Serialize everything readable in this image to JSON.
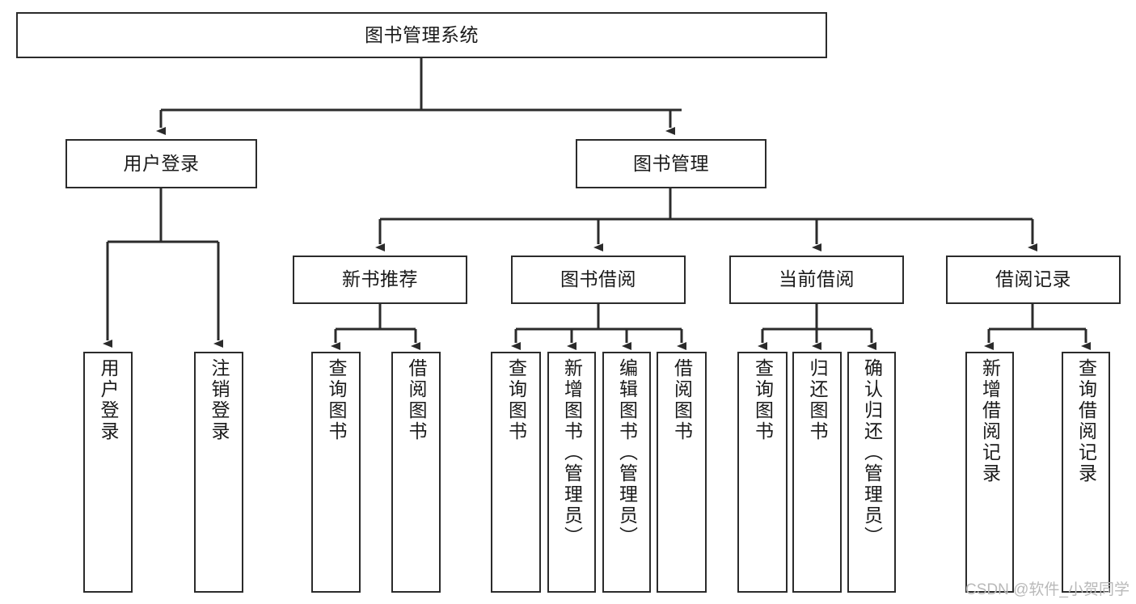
{
  "diagram": {
    "type": "tree-hierarchy",
    "title": "图书管理系统",
    "stroke_color": "#2b2b2b",
    "text_color": "#1a1a1a",
    "background_color": "#ffffff",
    "nodes": {
      "root": {
        "label": "图书管理系统"
      },
      "level2": [
        {
          "id": "user-login",
          "label": "用户登录"
        },
        {
          "id": "book-management",
          "label": "图书管理"
        }
      ],
      "level3": [
        {
          "id": "new-book-recommend",
          "label": "新书推荐"
        },
        {
          "id": "book-borrow",
          "label": "图书借阅"
        },
        {
          "id": "current-borrow",
          "label": "当前借阅"
        },
        {
          "id": "borrow-record",
          "label": "借阅记录"
        }
      ],
      "leaves": {
        "user_login": [
          {
            "id": "leaf-user-login",
            "label": "用户登录"
          },
          {
            "id": "leaf-logout-login",
            "label": "注销登录"
          }
        ],
        "new_book_recommend": [
          {
            "id": "leaf-query-book-1",
            "label": "查询图书"
          },
          {
            "id": "leaf-borrow-book-1",
            "label": "借阅图书"
          }
        ],
        "book_borrow": [
          {
            "id": "leaf-query-book-2",
            "label": "查询图书"
          },
          {
            "id": "leaf-add-book-admin",
            "label": "新增图书（管理员）"
          },
          {
            "id": "leaf-edit-book-admin",
            "label": "编辑图书（管理员）"
          },
          {
            "id": "leaf-borrow-book-2",
            "label": "借阅图书"
          }
        ],
        "current_borrow": [
          {
            "id": "leaf-query-book-3",
            "label": "查询图书"
          },
          {
            "id": "leaf-return-book",
            "label": "归还图书"
          },
          {
            "id": "leaf-confirm-return-admin",
            "label": "确认归还（管理员）"
          }
        ],
        "borrow_record": [
          {
            "id": "leaf-add-borrow-record",
            "label": "新增借阅记录"
          },
          {
            "id": "leaf-query-borrow-record",
            "label": "查询借阅记录"
          }
        ]
      }
    }
  },
  "watermark": {
    "text": "CSDN @软件_小贺同学"
  }
}
